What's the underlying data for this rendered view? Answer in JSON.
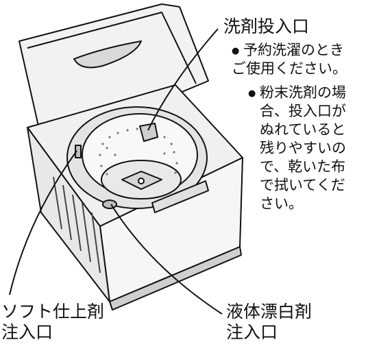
{
  "labels": {
    "detergent_inlet": "洗剤投入口",
    "softener_line1": "ソフト仕上剤",
    "softener_line2": "注入口",
    "bleach_line1": "液体漂白剤",
    "bleach_line2": "注入口"
  },
  "notes": {
    "note1_line1": "予約洗濯のとき",
    "note1_line2": "ご使用ください。",
    "note2_lines": [
      "粉末洗剤の場",
      "合、投入口が",
      "ぬれていると",
      "残りやすいの",
      "で、乾いた布",
      "で拭いてくだ",
      "さい。"
    ]
  },
  "bullet_symbol": "●",
  "colors": {
    "body_fill": "#f2f2f2",
    "shade": "#c8c8c8",
    "ink": "#111111"
  }
}
